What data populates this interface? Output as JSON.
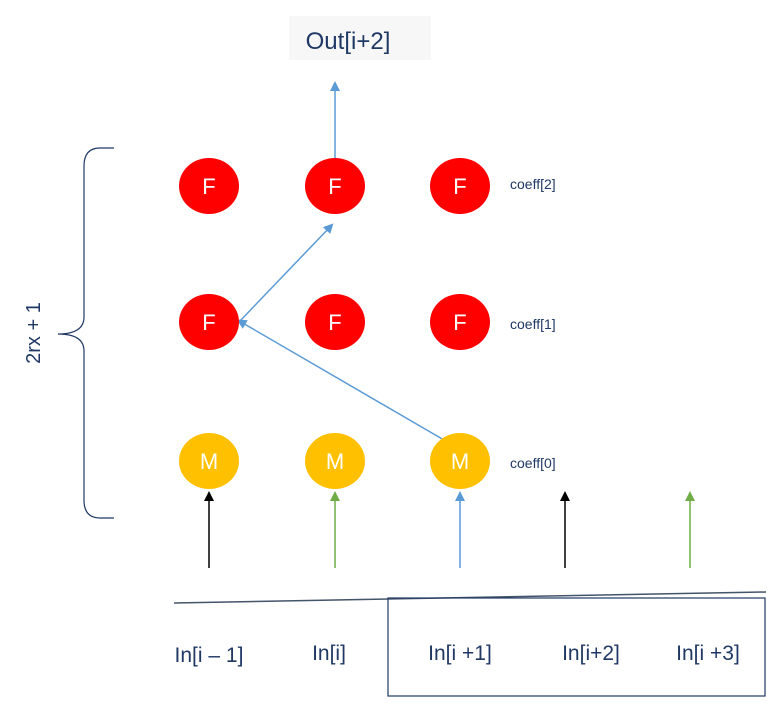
{
  "output_label": "Out[i+2]",
  "brace_label": "2rx + 1",
  "rows": [
    {
      "node_text": "F",
      "coeff_label": "coeff[2]"
    },
    {
      "node_text": "F",
      "coeff_label": "coeff[1]"
    },
    {
      "node_text": "M",
      "coeff_label": "coeff[0]"
    }
  ],
  "inputs": [
    "In[i – 1]",
    "In[i]",
    "In[i +1]",
    "In[i+2]",
    "In[i +3]"
  ],
  "colors": {
    "f_node": "#ff0000",
    "m_node": "#ffc000",
    "blue_arrow": "#5b9bd5",
    "green_arrow": "#70ad47",
    "black_arrow": "#000000",
    "text_navy": "#1f3864",
    "node_text": "#ffffff"
  }
}
